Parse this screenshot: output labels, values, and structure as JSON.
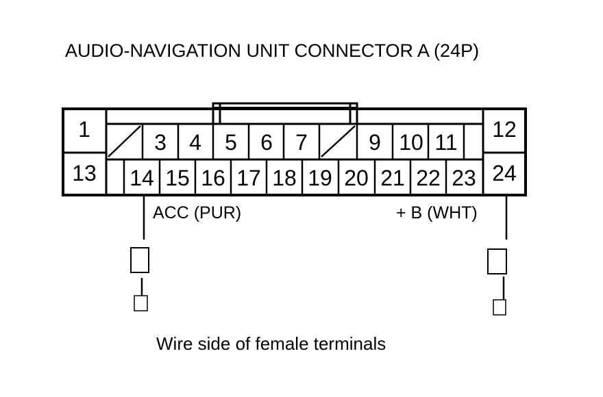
{
  "title": "AUDIO-NAVIGATION UNIT CONNECTOR A (24P)",
  "caption": "Wire side of female terminals",
  "pins": {
    "p1": "1",
    "p3": "3",
    "p4": "4",
    "p5": "5",
    "p6": "6",
    "p7": "7",
    "p9": "9",
    "p10": "10",
    "p11": "11",
    "p12": "12",
    "p13": "13",
    "p14": "14",
    "p15": "15",
    "p16": "16",
    "p17": "17",
    "p18": "18",
    "p19": "19",
    "p20": "20",
    "p21": "21",
    "p22": "22",
    "p23": "23",
    "p24": "24"
  },
  "wires": {
    "acc": "ACC (PUR)",
    "b": "+ B (WHT)"
  }
}
